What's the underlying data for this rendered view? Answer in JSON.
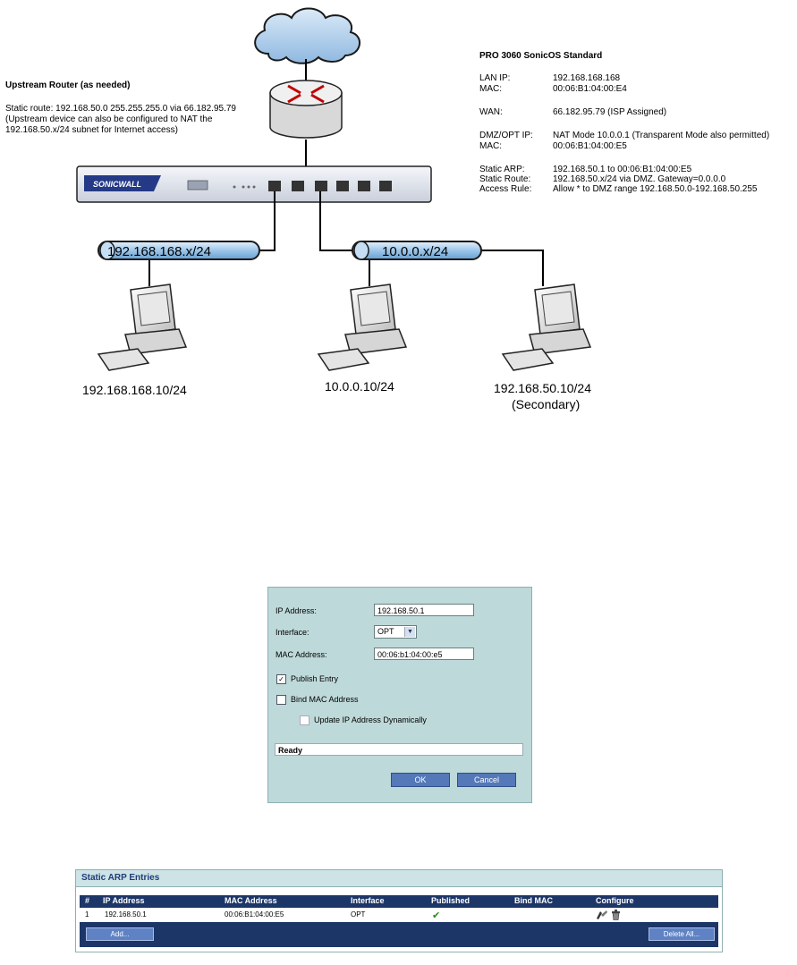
{
  "diagram": {
    "upstream": {
      "title": "Upstream Router (as needed)",
      "route_line1": "Static route: 192.168.50.0 255.255.255.0 via 66.182.95.79",
      "route_line2": "(Upstream device can also be configured to NAT the",
      "route_line3": "192.168.50.x/24 subnet for Internet access)"
    },
    "firewall_logo": "SONICWALL",
    "pro": {
      "title": "PRO 3060 SonicOS Standard",
      "lan_ip_label": "LAN IP:",
      "lan_ip": "192.168.168.168",
      "mac1_label": "MAC:",
      "mac1": "00:06:B1:04:00:E4",
      "wan_label": "WAN:",
      "wan": "66.182.95.79 (ISP Assigned)",
      "dmz_label": "DMZ/OPT IP:",
      "dmz": "NAT Mode 10.0.0.1 (Transparent Mode also permitted)",
      "mac2_label": "MAC:",
      "mac2": "00:06:B1:04:00:E5",
      "arp_label": "Static ARP:",
      "arp": "192.168.50.1 to 00:06:B1:04:00:E5",
      "route_label": "Static Route:",
      "route": "192.168.50.x/24 via DMZ. Gateway=0.0.0.0",
      "rule_label": "Access Rule:",
      "rule": "Allow * to DMZ range 192.168.50.0-192.168.50.255"
    },
    "segments": {
      "lan": "192.168.168.x/24",
      "dmz": "10.0.0.x/24"
    },
    "hosts": {
      "host1": "192.168.168.10/24",
      "host2": "10.0.0.10/24",
      "host3": "192.168.50.10/24",
      "host3_note": "(Secondary)"
    }
  },
  "dialog": {
    "ip_label": "IP Address:",
    "ip_value": "192.168.50.1",
    "interface_label": "Interface:",
    "interface_value": "OPT",
    "mac_label": "MAC Address:",
    "mac_value": "00:06:b1:04:00:e5",
    "publish_label": "Publish Entry",
    "publish_checked": true,
    "bind_label": "Bind MAC Address",
    "bind_checked": false,
    "update_label": "Update IP Address Dynamically",
    "update_checked": false,
    "status": "Ready",
    "ok": "OK",
    "cancel": "Cancel"
  },
  "arp_table": {
    "title": "Static ARP Entries",
    "headers": {
      "num": "#",
      "ip": "IP Address",
      "mac": "MAC Address",
      "iface": "Interface",
      "published": "Published",
      "bind": "Bind MAC",
      "configure": "Configure"
    },
    "rows": [
      {
        "num": "1",
        "ip": "192.168.50.1",
        "mac": "00:06:B1:04:00:E5",
        "iface": "OPT",
        "published": true,
        "bind": false
      }
    ],
    "add_button": "Add...",
    "delete_all_button": "Delete All..."
  },
  "colors": {
    "panel_bg": "#bed9d9",
    "header_navy": "#1d3668",
    "button_blue": "#5478b8"
  }
}
